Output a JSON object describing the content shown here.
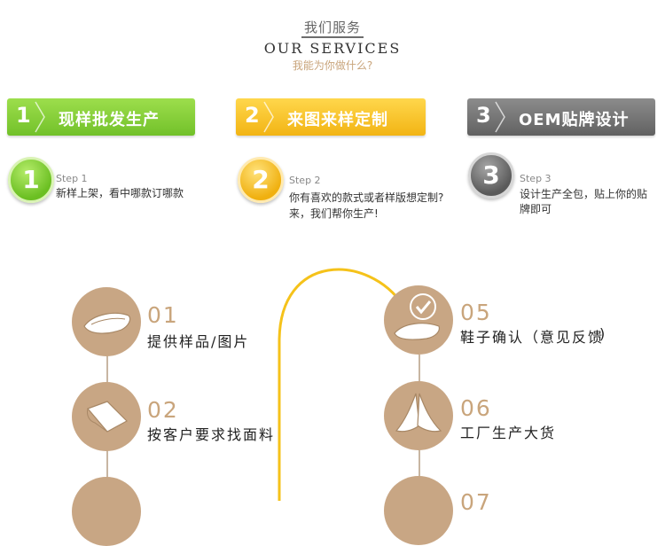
{
  "header": {
    "title_cn": "我们服务",
    "title_en": "OUR SERVICES",
    "subtitle": "我能为你做什么?"
  },
  "banners": [
    {
      "num": "1",
      "label": "现样批发生产",
      "color": "#7bc832"
    },
    {
      "num": "2",
      "label": "来图来样定制",
      "color": "#f7c21c"
    },
    {
      "num": "3",
      "label": "OEM贴牌设计",
      "color": "#6e6e6e"
    }
  ],
  "steps": [
    {
      "num": "1",
      "label": "Step 1",
      "desc": [
        "新样上架，看中哪款订哪款"
      ]
    },
    {
      "num": "2",
      "label": "Step 2",
      "desc": [
        "你有喜欢的款式或者样版想定制?",
        "来，我们帮你生产!"
      ]
    },
    {
      "num": "3",
      "label": "Step 3",
      "desc": [
        "设计生产全包，贴上你的贴",
        "牌即可"
      ]
    }
  ],
  "process": [
    {
      "num": "01",
      "label": "提供样品/图片",
      "icon": "shoe-icon"
    },
    {
      "num": "02",
      "label": "按客户要求找面料",
      "icon": "fabric-icon"
    },
    {
      "num": "05",
      "label": "鞋子确认（意见反馈",
      "icon": "shoe-check-icon"
    },
    {
      "num": "06",
      "label": "工厂生产大货",
      "icon": "shoe-pair-icon"
    },
    {
      "num": "07",
      "label": "",
      "icon": "partial-icon"
    }
  ],
  "colors": {
    "accent_tan": "#c9a57c",
    "circle_tan": "#c8a684",
    "curve_yellow": "#f5c21a"
  }
}
